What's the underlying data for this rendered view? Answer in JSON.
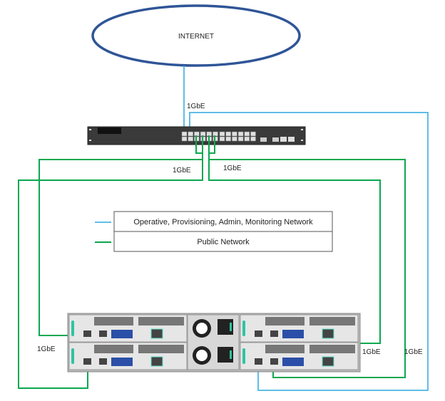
{
  "internet": {
    "label": "INTERNET"
  },
  "links": {
    "uplink": "1GbE",
    "switch_left": "1GbE",
    "switch_right": "1GbE",
    "server_left": "1GbE",
    "server_right_a": "1GbE",
    "server_right_b": "1GbE"
  },
  "legend": {
    "items": [
      {
        "label": "Operative, Provisioning, Admin, Monitoring Network",
        "color": "#29a9e0"
      },
      {
        "label": "Public Network",
        "color": "#0aa84f"
      }
    ]
  },
  "colors": {
    "ellipse": "#2f5597",
    "blue_link": "#29a9e0",
    "green_link": "#0aa84f"
  }
}
